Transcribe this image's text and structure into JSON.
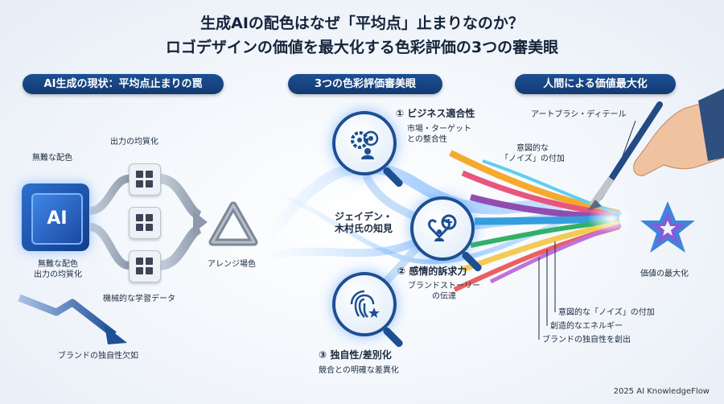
{
  "title": {
    "line1": "生成AIの配色はなぜ「平均点」止まりなのか？",
    "line2": "ロゴデザインの価値を最大化する色彩評価の3つの審美眼"
  },
  "left": {
    "header": "AI生成の現状：平均点止まりの罠",
    "label_dull_color": "無難な配色",
    "label_uniform_output": "出力の均質化",
    "chip_text": "AI",
    "label_chip_bottom_1": "無難な配色",
    "label_chip_bottom_2": "出力の均質化",
    "label_mechanical_data": "機械的な学習データ",
    "label_arrange": "アレンジ場色",
    "label_brand_lack": "ブランドの独自性欠如"
  },
  "middle": {
    "header": "3つの色彩評価審美眼",
    "expert_1": "ジェイデン・",
    "expert_2": "木村氏の知見",
    "item1_title": "① ビジネス適合性",
    "item1_sub1": "市場・ターゲット",
    "item1_sub2": "との整合性",
    "item2_title": "② 感情的訴求力",
    "item2_sub1": "ブランドストーリー",
    "item2_sub2": "の伝達",
    "item3_title": "③ 独自性/差別化",
    "item3_sub1": "競合との明確な差異化"
  },
  "right": {
    "header": "人間による価値最大化",
    "label_brush_detail": "アートブラシ・ディテール",
    "label_noise_1": "意図的な",
    "label_noise_2": "「ノイズ」の付加",
    "label_value_max": "価値の最大化",
    "bullet_1": "意図的な「ノイズ」の付加",
    "bullet_2": "創造的なエネルギー",
    "bullet_3": "ブランドの独自性を創出"
  },
  "credit": "2025 AI KnowledgeFlow",
  "colors": {
    "navy": "#1d4f93",
    "accent_blue": "#2d6fd0"
  }
}
